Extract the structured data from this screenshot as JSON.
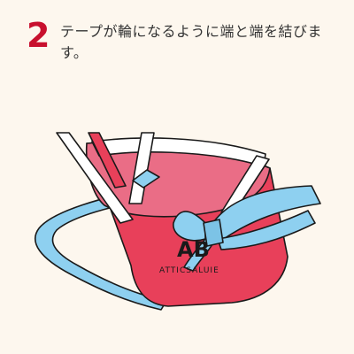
{
  "step": {
    "number": "2",
    "instruction": "テープが輪になるように端と端を結びます。"
  },
  "bag": {
    "logo_main": "AB",
    "logo_sub": "ATTICSALUIE"
  },
  "colors": {
    "background": "#fdf7ee",
    "step_number": "#c8102e",
    "text": "#333333",
    "bag_red": "#e8405a",
    "bag_inner": "#ea6d86",
    "tape_blue": "#8ed0f0",
    "outline": "#1a1a1a",
    "handle": "#ffffff"
  }
}
